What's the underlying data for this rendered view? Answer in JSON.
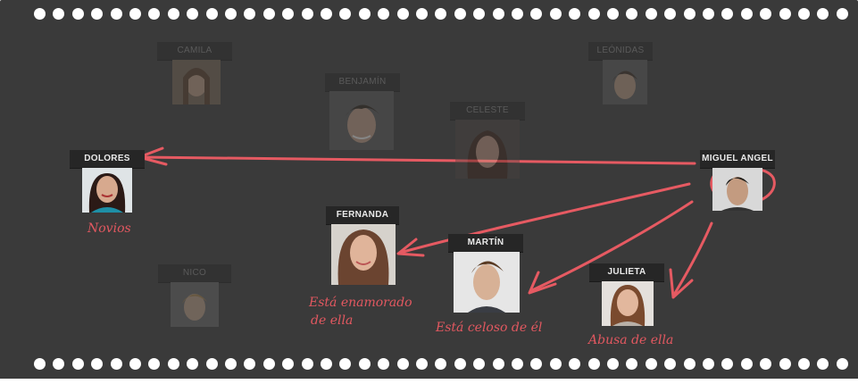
{
  "title": "",
  "accent_color": "#e65a62",
  "background_color": "#3a3a3a",
  "nodes": {
    "camila": {
      "name": "CAMILA",
      "state": "dimmed"
    },
    "benjamin": {
      "name": "BENJAMÍN",
      "state": "dimmed"
    },
    "celeste": {
      "name": "CELESTE",
      "state": "dimmed"
    },
    "leonidas": {
      "name": "LEÓNIDAS",
      "state": "dimmed"
    },
    "dolores": {
      "name": "DOLORES",
      "state": "active"
    },
    "miguel_angel": {
      "name": "MIGUEL ANGEL",
      "state": "active",
      "highlight": "circled"
    },
    "fernanda": {
      "name": "FERNANDA",
      "state": "active"
    },
    "martin": {
      "name": "MARTÍN",
      "state": "active"
    },
    "julieta": {
      "name": "JULIETA",
      "state": "active"
    },
    "nico": {
      "name": "NICO",
      "state": "dimmed"
    }
  },
  "relations": [
    {
      "from": "MIGUEL ANGEL",
      "to": "DOLORES",
      "label": "Novios"
    },
    {
      "from": "MIGUEL ANGEL",
      "to": "FERNANDA",
      "label_line1": "Está enamorado",
      "label_line2": "de ella"
    },
    {
      "from": "MIGUEL ANGEL",
      "to": "MARTÍN",
      "label": "Está celoso de él"
    },
    {
      "from": "MIGUEL ANGEL",
      "to": "JULIETA",
      "label": "Abusa de ella"
    }
  ]
}
